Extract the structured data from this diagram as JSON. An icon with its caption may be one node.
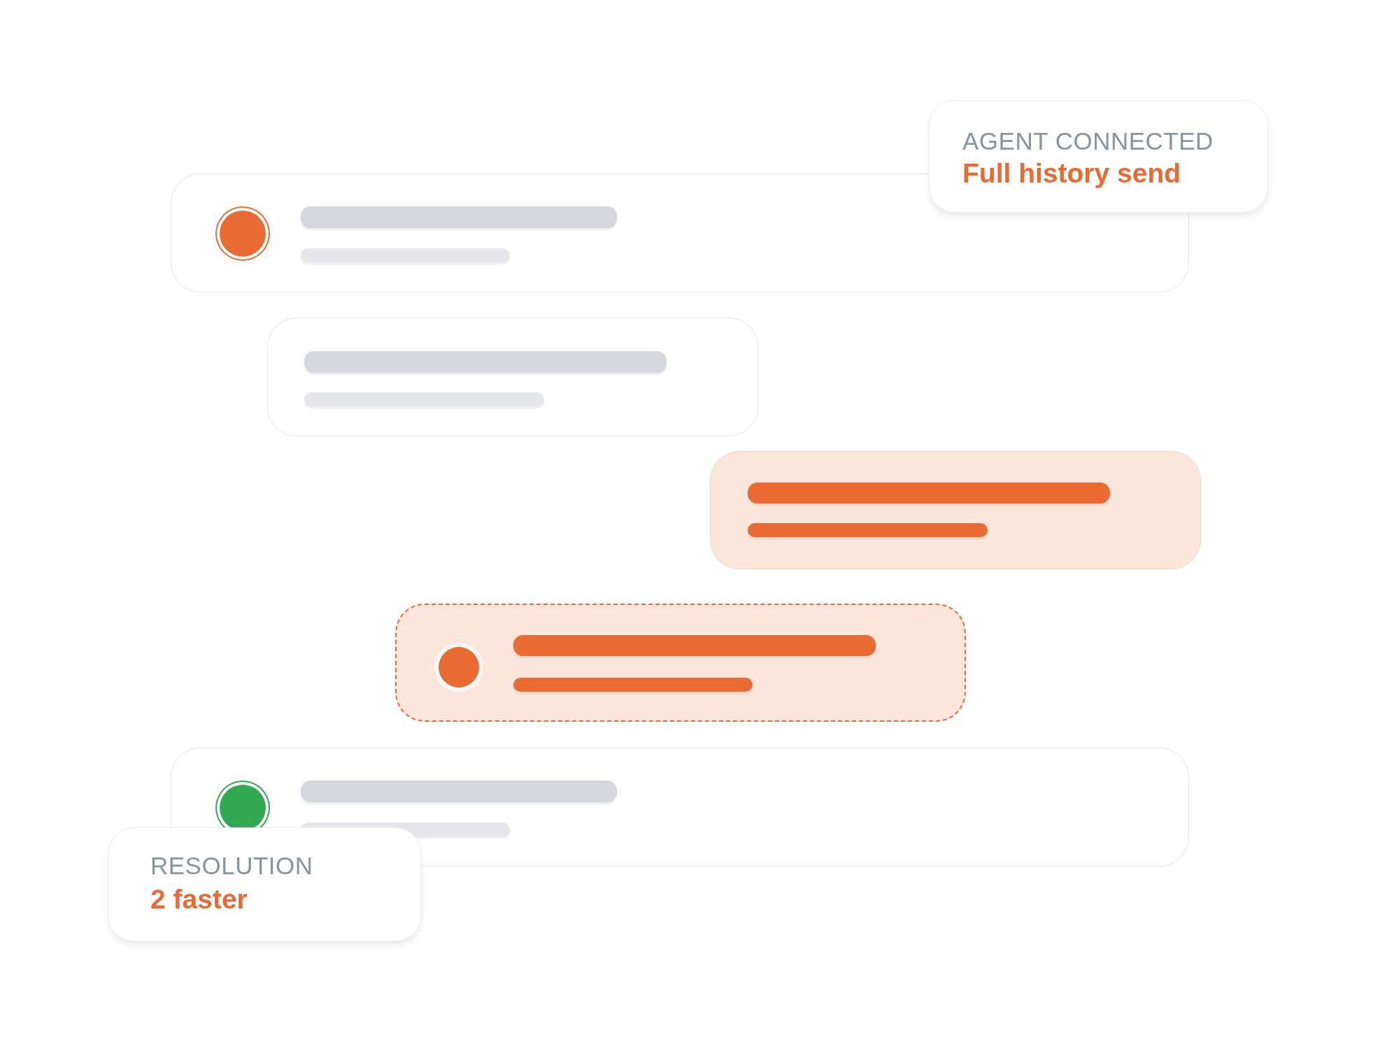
{
  "diagram": {
    "nodes": [
      {
        "text": [
          "AGENT CONNECTED",
          "Full history send"
        ]
      },
      {
        "text": [],
        "shape": "box"
      },
      {
        "text": [],
        "shape": "circle",
        "in": 1
      },
      {
        "text": [],
        "shape": "box"
      },
      {
        "text": [],
        "shape": "box"
      },
      {
        "text": [],
        "shape": "box"
      },
      {
        "text": [],
        "shape": "circle",
        "in": 5
      },
      {
        "text": [],
        "shape": "box"
      },
      {
        "text": [],
        "shape": "circle",
        "in": 7
      },
      {
        "text": [
          "RESOLUTION",
          "2 faster"
        ]
      }
    ]
  }
}
